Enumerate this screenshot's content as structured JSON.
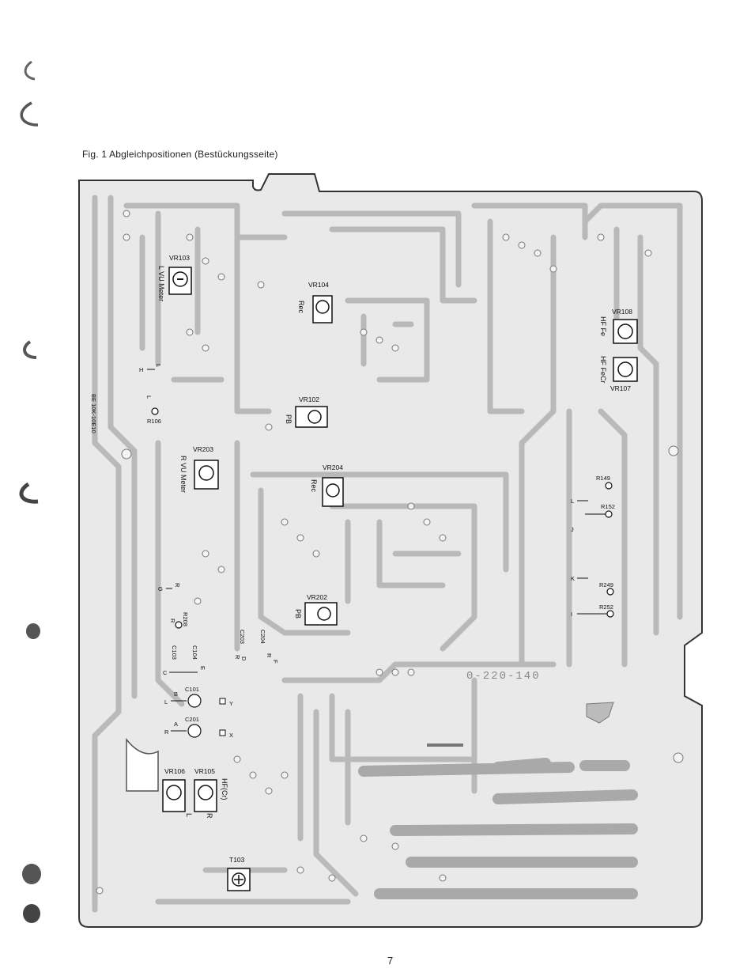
{
  "caption": "Fig. 1  Abgleichpositionen (Bestückungsseite)",
  "page_number": "7",
  "board": {
    "board_number": "0-220-140",
    "side_marking": "BE 10K-10E10"
  },
  "trimmers": {
    "VR103": {
      "ref": "VR103",
      "function": "L VU Meter"
    },
    "VR104": {
      "ref": "VR104",
      "function": "Rec"
    },
    "VR102": {
      "ref": "VR102",
      "function": "PB"
    },
    "VR108": {
      "ref": "VR108",
      "function": "HF Fe"
    },
    "VR107": {
      "ref": "VR107",
      "function": "HF FeCr"
    },
    "VR203": {
      "ref": "VR203",
      "function": "R VU Meter"
    },
    "VR204": {
      "ref": "VR204",
      "function": "Rec"
    },
    "VR202": {
      "ref": "VR202",
      "function": "PB"
    },
    "VR106": {
      "ref": "VR106",
      "function": "L"
    },
    "VR105": {
      "ref": "VR105",
      "function": "R"
    },
    "HF_Cr": "HF(Cr)",
    "T103": {
      "ref": "T103"
    }
  },
  "points": {
    "R106": "R106",
    "H": "H",
    "L": "L",
    "G": "G",
    "R": "R",
    "R208": "R208",
    "C103": "C103",
    "C104": "C104",
    "E": "E",
    "C": "C",
    "C203": "C203",
    "C204": "C204",
    "D": "D",
    "F": "F",
    "C101": "C101",
    "B": "B",
    "Y": "Y",
    "C201": "C201",
    "A": "A",
    "X": "X",
    "R149": "R149",
    "R152": "R152",
    "J": "J",
    "R249": "R249",
    "R252": "R252",
    "K": "K",
    "I": "I"
  }
}
